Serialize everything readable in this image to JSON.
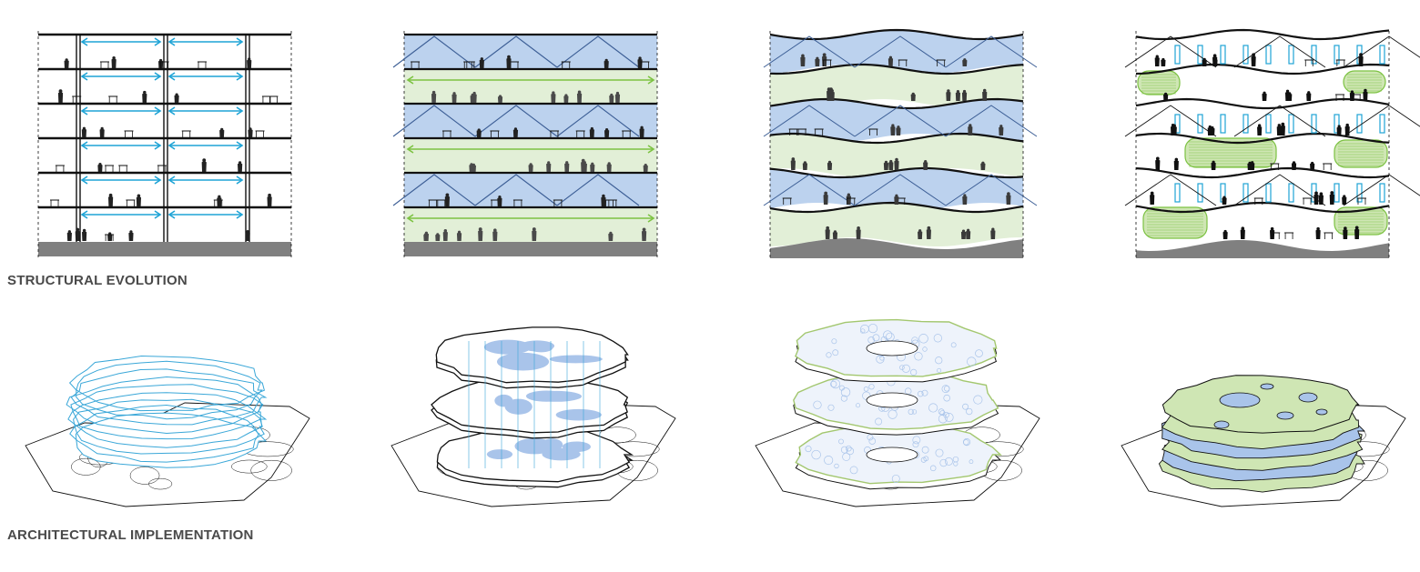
{
  "labels": {
    "row1": "STRUCTURAL EVOLUTION",
    "row2": "ARCHITECTURAL IMPLEMENTATION"
  },
  "colors": {
    "blue_zone": "#bcd2ee",
    "green_zone": "#e2efd7",
    "arrow_blue": "#1fa4d6",
    "arrow_green": "#7cc242",
    "ground": "#808080",
    "ink": "#111111",
    "people": "#222222",
    "iso_blue": "#3aa7d8",
    "iso_fill_blue": "#a9c4ea",
    "iso_green": "#a3c76f",
    "iso_fill_green": "#cfe6b4"
  },
  "sections": [
    {
      "id": "structural-grid"
    },
    {
      "id": "alternating-zones"
    },
    {
      "id": "undulating-floors"
    },
    {
      "id": "pods-and-voids"
    }
  ],
  "models": [
    {
      "id": "wireframe-stack"
    },
    {
      "id": "slabs-with-columns"
    },
    {
      "id": "meshed-slabs"
    },
    {
      "id": "solid-green-stack"
    }
  ]
}
